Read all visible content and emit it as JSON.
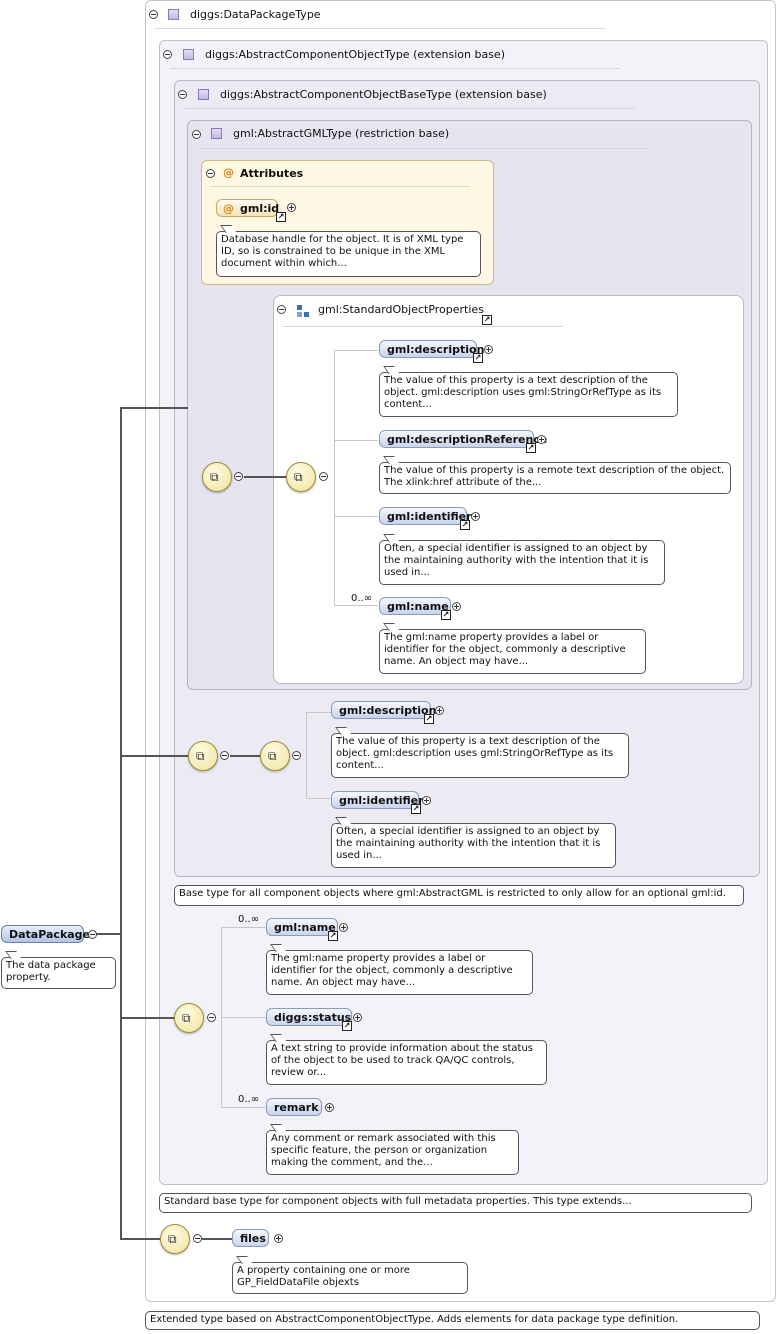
{
  "root": {
    "label": "DataPackage",
    "doc": "The data package property."
  },
  "types": {
    "data_package_type": "diggs:DataPackageType",
    "abstract_component_object_type": "diggs:AbstractComponentObjectType (extension base)",
    "abstract_component_object_base_type": "diggs:AbstractComponentObjectBaseType (extension base)",
    "abstract_gml_type": "gml:AbstractGMLType (restriction base)"
  },
  "attributes": {
    "label": "Attributes",
    "gml_id": {
      "label": "gml:id",
      "doc": "Database handle for the object. It is of XML type ID, so is constrained to be unique in the XML document within which..."
    }
  },
  "standard_object_properties": {
    "label": "gml:StandardObjectProperties",
    "items": [
      {
        "label": "gml:description",
        "doc": "The value of this property is a text description of the object. gml:description uses gml:StringOrRefType as its content..."
      },
      {
        "label": "gml:descriptionReference",
        "doc": "The value of this property is a remote text description of the object. The xlink:href attribute of the..."
      },
      {
        "label": "gml:identifier",
        "doc": "Often, a special identifier is assigned to an object by the maintaining authority with the intention that it is used in..."
      },
      {
        "label": "gml:name",
        "occurrence": "0..∞",
        "doc": "The gml:name property provides a label or identifier for the object, commonly a descriptive name. An object may have..."
      }
    ]
  },
  "base_sequence": [
    {
      "label": "gml:description",
      "doc": "The value of this property is a text description of the object. gml:description uses gml:StringOrRefType as its content..."
    },
    {
      "label": "gml:identifier",
      "doc": "Often, a special identifier is assigned to an object by the maintaining authority with the intention that it is used in..."
    }
  ],
  "base_type_doc": "Base type for all component objects where gml:AbstractGML is restricted to only allow for an optional gml:id.",
  "component_sequence": [
    {
      "label": "gml:name",
      "occurrence": "0..∞",
      "doc": "The gml:name property provides a label or identifier for the object, commonly a descriptive name. An object may have..."
    },
    {
      "label": "diggs:status",
      "doc": "A text string to provide information about the status of the object to be used to track QA/QC controls, review or..."
    },
    {
      "label": "remark",
      "occurrence": "0..∞",
      "doc": "Any comment or remark associated with this specific feature, the person or organization making the comment, and the..."
    }
  ],
  "component_type_doc": "Standard base type for component objects with full metadata properties. This type extends...",
  "files": {
    "label": "files",
    "doc": "A property containing one or more GP_FieldDataFile objexts"
  },
  "extended_type_doc": "Extended type based on AbstractComponentObjectType. Adds elements for data package type definition.",
  "colors": {
    "element_fill": "#c7d4ec",
    "attribute_fill": "#f3e2bb",
    "compositor_fill": "#efe29a",
    "type_icon": "#c6b8e6"
  }
}
